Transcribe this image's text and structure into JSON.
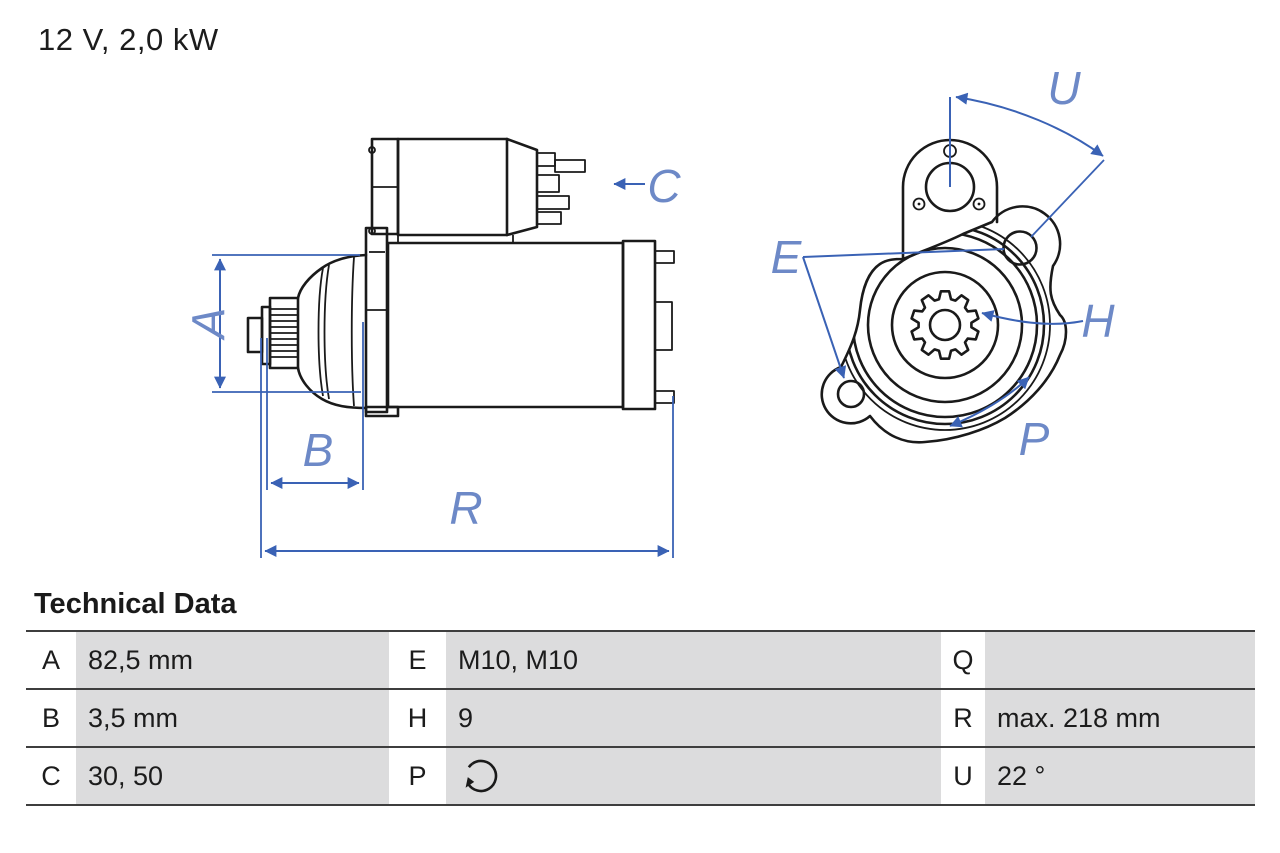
{
  "header": {
    "title": "12 V, 2,0 kW"
  },
  "drawing": {
    "side_view": {
      "dim_labels": {
        "A": "A",
        "B": "B",
        "C": "C",
        "R": "R"
      }
    },
    "front_view": {
      "dim_labels": {
        "E": "E",
        "H": "H",
        "P": "P",
        "U": "U"
      }
    }
  },
  "table": {
    "heading": "Technical Data",
    "rows": [
      [
        {
          "key": "A",
          "value": "82,5 mm"
        },
        {
          "key": "E",
          "value": "M10, M10"
        },
        {
          "key": "Q",
          "value": ""
        }
      ],
      [
        {
          "key": "B",
          "value": "3,5 mm"
        },
        {
          "key": "H",
          "value": "9"
        },
        {
          "key": "R",
          "value": "max. 218 mm"
        }
      ],
      [
        {
          "key": "C",
          "value": "30, 50"
        },
        {
          "key": "P",
          "value": "",
          "icon": "rotation-ccw-icon"
        },
        {
          "key": "U",
          "value": "22 °"
        }
      ]
    ]
  },
  "colors": {
    "dimension_blue": "#3a62b5",
    "label_blue": "#6d89c7",
    "line_black": "#1a1a1a",
    "cell_gray": "#dcdcdd"
  }
}
